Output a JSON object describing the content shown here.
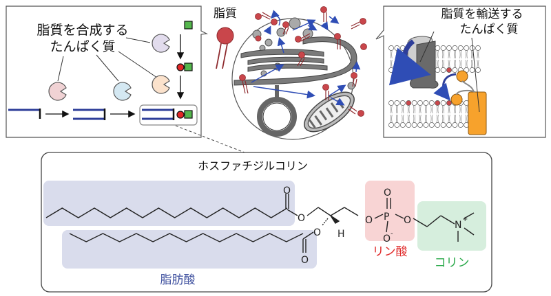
{
  "panels": {
    "synthesis": {
      "label_line1": "脂質を合成する",
      "label_line2": "たんぱく質"
    },
    "cell": {
      "lipid_label": "脂質"
    },
    "transport": {
      "label_line1": "脂質を輸送する",
      "label_line2": "たんぱく質"
    },
    "structure": {
      "title": "ホスファチジルコリン",
      "fatty_acid_label": "脂肪酸",
      "phosphate_label": "リン酸",
      "choline_label": "コリン",
      "atoms": {
        "O": "O",
        "O_minus": "O",
        "minus": "-",
        "P": "P",
        "N": "N",
        "plus": "+",
        "H": "H"
      }
    }
  },
  "colors": {
    "fatty_acid_bg": "#d9dcec",
    "phosphate_bg": "#f8d4d4",
    "choline_bg": "#d6eedd",
    "fatty_acid_text": "#3d4f9e",
    "phosphate_text": "#e02a2a",
    "choline_text": "#2aa94a",
    "lipid_head": "#c9464b",
    "chain_blue": "#2e3e99",
    "arrow_blue": "#2f4db5",
    "organelle_gray": "#6e6e6e",
    "transport_orange": "#f7a22c",
    "green_square": "#55b74d",
    "red_dot": "#e32727"
  }
}
